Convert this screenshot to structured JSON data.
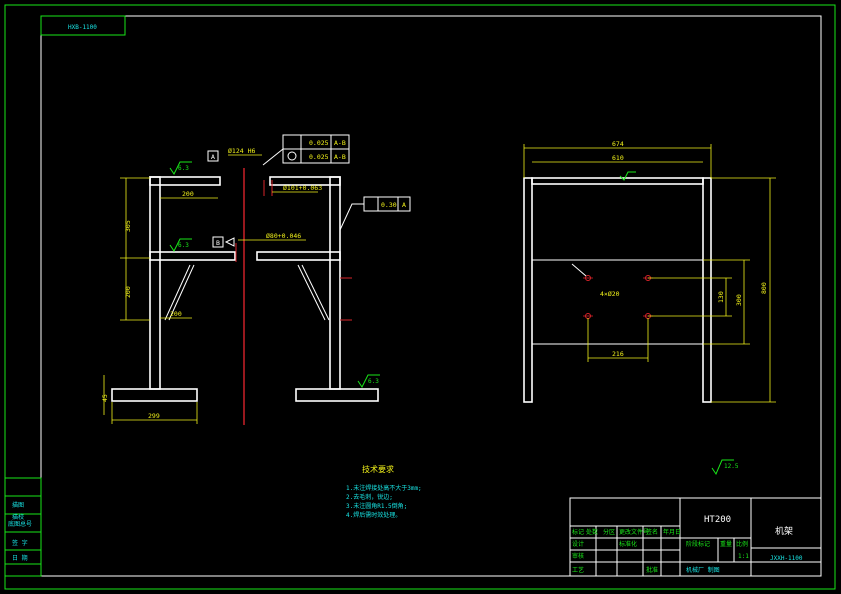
{
  "colors": {
    "background": "#000000",
    "frame": "#19e619",
    "outline": "#ffffff",
    "dimension": "#f2f21a",
    "centerline": "#d8232a"
  },
  "header_tab": "HXB-1100",
  "left_view": {
    "datum_a": "A",
    "datum_b": "B",
    "hole_top": "Ø124 H6",
    "tol_frame_1": [
      "",
      "0.025",
      "A-B"
    ],
    "tol_frame_2": [
      "",
      "0.025",
      "A-B"
    ],
    "tol_frame_3": [
      "",
      "0.30",
      "A"
    ],
    "bore_label": "Ø101+0.063",
    "bore_label_2": "Ø80+0.046",
    "dims": {
      "d200_top": "200",
      "d305": "305",
      "d200_side": "200",
      "d200_bot": "200",
      "d45": "45",
      "d299": "299"
    },
    "rough": [
      "6.3",
      "6.3",
      "6.3"
    ]
  },
  "right_view": {
    "dims": {
      "d674": "674",
      "d610": "610",
      "d800": "800",
      "d300": "300",
      "d130": "130",
      "d216": "216"
    },
    "holes": "4×Ø20"
  },
  "tech_req": {
    "title": "技术要求",
    "items": [
      "1.未注焊接处高不大于3mm;",
      "2.去毛刺，锐边;",
      "3.未注圆角R1.5倒角;",
      "4.焊后需时效处理。"
    ]
  },
  "general_rough": "12.5",
  "title_block": {
    "material": "HT200",
    "part_name": "机架",
    "drawing_no": "JXXH-1100",
    "company": "机械厂 制图",
    "scale": "1:1",
    "cells_row1": [
      "标记",
      "处数",
      "分区",
      "更改文件号",
      "签名",
      "年月日"
    ],
    "cells_row2": [
      "设计",
      "",
      "标准化"
    ],
    "cells_row3": [
      "审核",
      "",
      "阶段标记",
      "重量",
      "比例"
    ],
    "cells_row4": [
      "工艺",
      "",
      "批准"
    ]
  },
  "left_strip": [
    "描图",
    "描校",
    "底图总号",
    "签 字",
    "日 期"
  ]
}
